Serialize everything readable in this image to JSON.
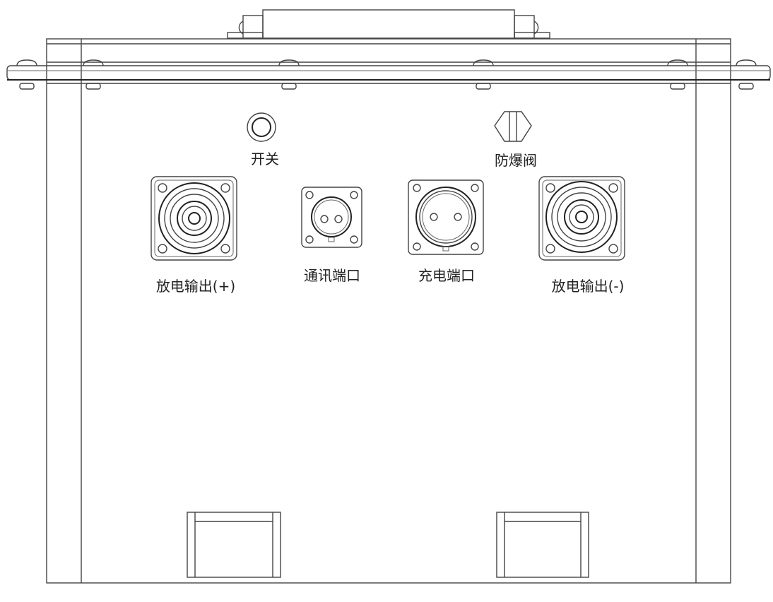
{
  "labels": {
    "switch": "开关",
    "vent_valve": "防爆阀",
    "discharge_positive": "放电输出(+)",
    "communication_port": "通讯端口",
    "charging_port": "充电端口",
    "discharge_negative": "放电输出(-)"
  }
}
